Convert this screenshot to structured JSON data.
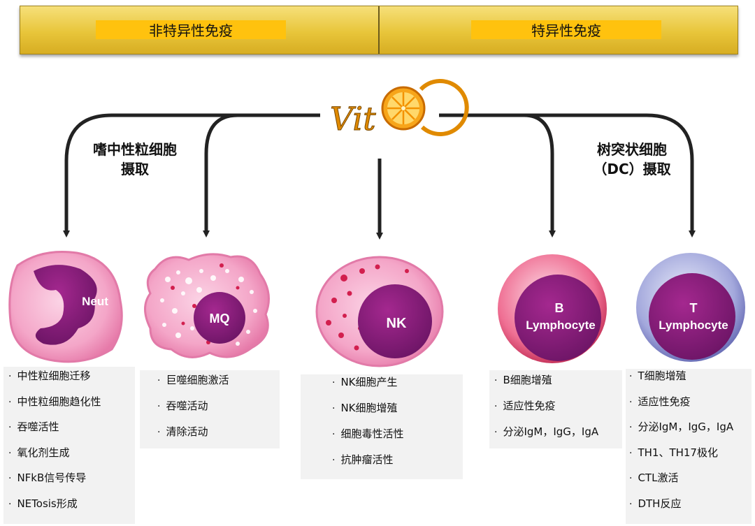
{
  "header": {
    "left_title": "非特异性免疫",
    "right_title": "特异性免疫"
  },
  "center_logo": {
    "text": "Vit",
    "icon": "orange-slice-icon"
  },
  "uptake_labels": {
    "left_line1": "嗜中性粒细胞",
    "left_line2": "摄取",
    "right_line1": "树突状细胞",
    "right_line2": "（DC）摄取"
  },
  "cells": {
    "neut": {
      "label": "Neut"
    },
    "mq": {
      "label": "MQ"
    },
    "nk": {
      "label": "NK"
    },
    "b": {
      "label_line1": "B",
      "label_line2": "Lymphocyte"
    },
    "t": {
      "label_line1": "T",
      "label_line2": "Lymphocyte"
    }
  },
  "lists": {
    "neut": [
      "中性粒细胞迁移",
      "中性粒细胞趋化性",
      "吞噬活性",
      "氧化剂生成",
      "NFkB信号传导",
      "NETosis形成"
    ],
    "mq": [
      "巨噬细胞激活",
      "吞噬活动",
      "清除活动"
    ],
    "nk": [
      "NK细胞产生",
      "NK细胞增殖",
      "细胞毒性活性",
      "抗肿瘤活性"
    ],
    "b": [
      "B细胞增殖",
      "适应性免疫",
      "分泌IgM，IgG，IgA"
    ],
    "t": [
      "T细胞增殖",
      "适应性免疫",
      "分泌IgM，IgG，IgA",
      "TH1、TH17极化",
      "CTL激活",
      "DTH反应"
    ]
  },
  "bullet": "·",
  "colors": {
    "header_gold": "#e8c53a",
    "pill_yellow": "#ffc20e",
    "cell_pink": "#f4a6c8",
    "nucleus_purple": "#7b1a6e",
    "t_cell_lavender": "#9aa0d8",
    "orange": "#f39200"
  }
}
